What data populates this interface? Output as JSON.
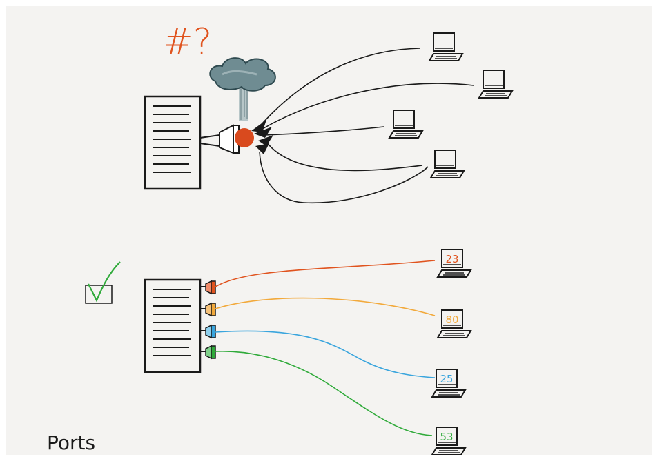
{
  "diagram": {
    "question_mark_label": "#?",
    "caption": "Ports",
    "ports": [
      {
        "number": "23",
        "color": "#e0531e"
      },
      {
        "number": "80",
        "color": "#f2a93b"
      },
      {
        "number": "25",
        "color": "#3aa5dd"
      },
      {
        "number": "53",
        "color": "#2faa3a"
      }
    ],
    "colors": {
      "background": "#f4f3f1",
      "ink": "#1a1a1a",
      "alert_red": "#d94a1e",
      "cloud": "#6f8c92",
      "check_green": "#2faa3a"
    },
    "icons": [
      "server-icon",
      "computer-icon",
      "cloud-icon",
      "checkbox-icon",
      "plug-icon"
    ]
  }
}
